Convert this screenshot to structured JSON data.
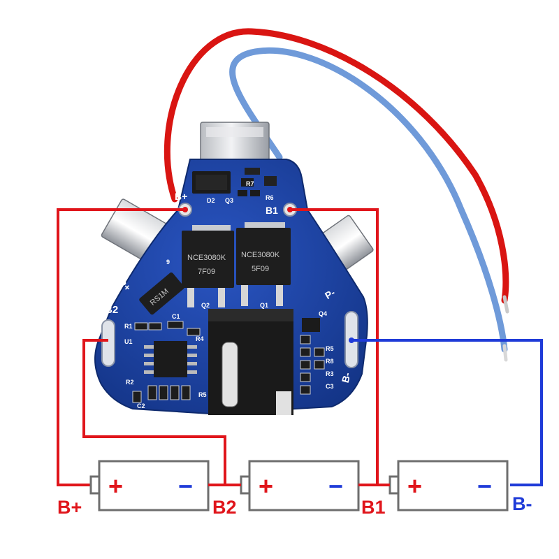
{
  "board": {
    "silk": {
      "b_plus_pad": "B+",
      "b1_pad": "B1",
      "b2_pad": "B2",
      "b_minus_pad": "B-",
      "p_plus_pad": "P+",
      "p_minus_pad": "P-",
      "d2": "D2",
      "q3": "Q3",
      "r7": "R7",
      "r6": "R6",
      "r1": "R1",
      "c1": "C1",
      "u1": "U1",
      "r4": "R4",
      "q2": "Q2",
      "q1": "Q1",
      "q4": "Q4",
      "r5": "R5",
      "r8": "R8",
      "r3": "R3",
      "c3": "C3",
      "r2": "R2",
      "c2": "C2",
      "r5b": "R5",
      "r9": "9"
    },
    "chips": {
      "mosfet_left_line1": "NCE3080K",
      "mosfet_left_line2": "7F09",
      "mosfet_right_line1": "NCE3080K",
      "mosfet_right_line2": "5F09",
      "diode_marking": "RS1M"
    }
  },
  "terminals": {
    "b_plus": "B+",
    "b2": "B2",
    "b1": "B1",
    "b_minus": "B-"
  },
  "cells": [
    {
      "plus": "+",
      "minus": "−"
    },
    {
      "plus": "+",
      "minus": "−"
    },
    {
      "plus": "+",
      "minus": "−"
    }
  ],
  "colors": {
    "positive_wire": "#e0151b",
    "negative_wire": "#1f3bd8",
    "pcb": "#1a3f9e"
  }
}
